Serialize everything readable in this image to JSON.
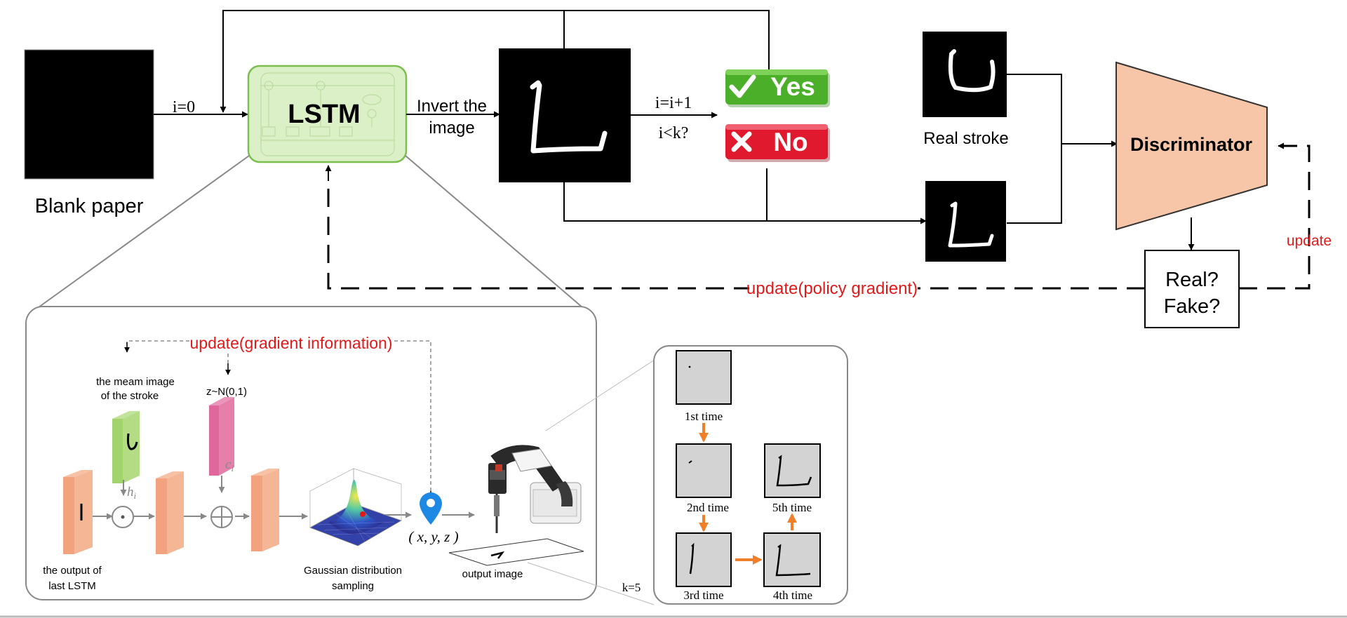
{
  "top": {
    "blank_paper": "Blank paper",
    "i_zero": "i=0",
    "lstm": "LSTM",
    "invert_line1": "Invert the",
    "invert_line2": "image",
    "increment": "i=i+1",
    "condition": "i<k?",
    "yes": "Yes",
    "no": "No",
    "real_stroke": "Real stroke",
    "discriminator": "Discriminator",
    "real_q": "Real?",
    "fake_q": "Fake?",
    "update": "update",
    "update_pg": "update(policy gradient)"
  },
  "detail": {
    "update_gi": "update(gradient information)",
    "mean_image_line1": "the meam image",
    "mean_image_line2": "of the stroke",
    "z_dist": "z~N(0,1)",
    "h_label": "h",
    "h_sub": "i",
    "c_label": "c",
    "c_sub": "i",
    "output_last_line1": "the output of",
    "output_last_line2": "last LSTM",
    "gaussian_line1": "Gaussian distribution",
    "gaussian_line2": "sampling",
    "xyz": "( x, y, z )",
    "output_image": "output image",
    "k_value": "k=5"
  },
  "steps": {
    "t1": "1st time",
    "t2": "2nd time",
    "t3": "3rd time",
    "t4": "4th time",
    "t5": "5th time"
  },
  "colors": {
    "lstm_fill": "#dcf0c8",
    "lstm_border": "#7bbf4f",
    "discriminator_fill": "#f7c6a8",
    "yes_green": "#4caf2a",
    "no_red": "#e0192f",
    "accent_red": "#e31919",
    "orange_arrow": "#f07f2a",
    "salmon_layer": "#f3a27f",
    "green_layer": "#a3d36c",
    "pink_layer": "#e0679b",
    "pin_blue": "#1e88e5"
  }
}
